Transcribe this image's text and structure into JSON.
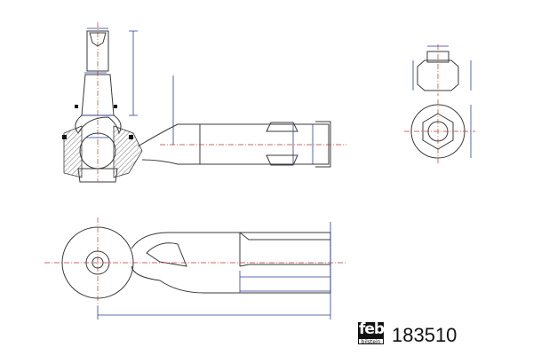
{
  "logo": {
    "brand_top": "febi",
    "brand_bottom": "bilstein"
  },
  "part_number": "183510",
  "colors": {
    "outline": "#3a3a3a",
    "dimension": "#2a3f9a",
    "centerline": "#c0392b"
  }
}
